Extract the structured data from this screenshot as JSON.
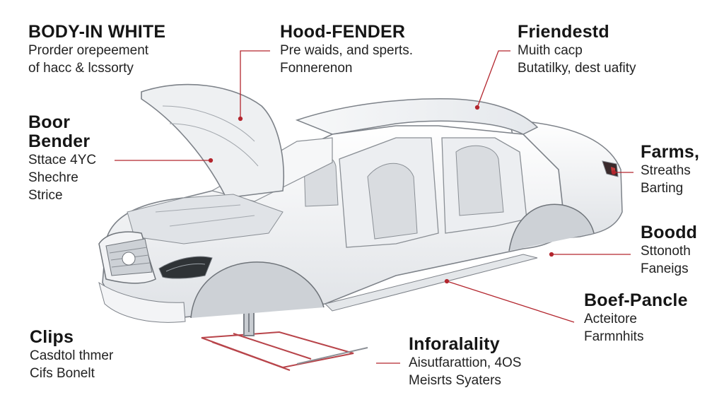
{
  "callouts": {
    "body_in_white": {
      "title": "BODY-IN WHITE",
      "lines": [
        "Prorder orepeement",
        "of hacc & lcssorty"
      ]
    },
    "hood_fender": {
      "title": "Hood-FENDER",
      "lines": [
        "Pre waids, and sperts.",
        "Fonnerenon"
      ]
    },
    "friendestd": {
      "title": "Friendestd",
      "lines": [
        "Muith cacp",
        "Butatilky, dest uafity"
      ]
    },
    "boor_bender": {
      "title_lines": [
        "Boor",
        "Bender"
      ],
      "lines": [
        "Sttace 4YC",
        "Shechre",
        "Strice"
      ]
    },
    "farms": {
      "title": "Farms,",
      "lines": [
        "Streaths",
        "Barting"
      ]
    },
    "boodd": {
      "title": "Boodd",
      "lines": [
        "Sttonoth",
        "Faneigs"
      ]
    },
    "boef_pancle": {
      "title": "Boef-Pancle",
      "lines": [
        "Acteitore",
        "Farmnhits"
      ]
    },
    "clips": {
      "title": "Clips",
      "lines": [
        "Casdtol thmer",
        "Cifs Bonelt"
      ]
    },
    "inforalality": {
      "title": "Inforalality",
      "lines": [
        "Aisutfarattion, 4OS",
        "Meisrts Syaters"
      ]
    }
  },
  "colors": {
    "leader": "#b3262e",
    "body": "#f4f5f7",
    "outline": "#7d8289",
    "jig": "#b8444a"
  },
  "icons": {
    "car": "car-body-in-white-icon",
    "jig": "assembly-jig-icon"
  }
}
